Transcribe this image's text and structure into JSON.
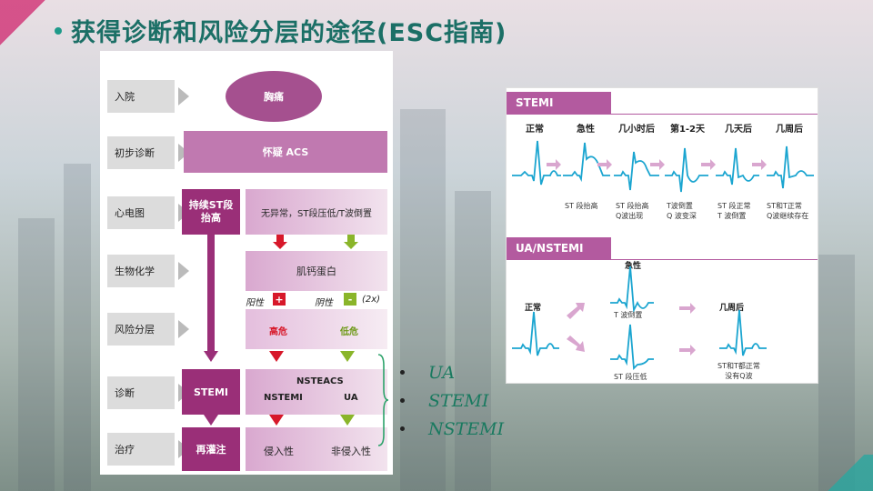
{
  "slide": {
    "title": "获得诊断和风险分层的途径(ESC指南)"
  },
  "flowchart": {
    "row_labels": [
      "入院",
      "初步诊断",
      "心电图",
      "生物化学",
      "风险分层",
      "诊断",
      "治疗"
    ],
    "chest_pain": "胸痛",
    "suspect_acs": "怀疑 ACS",
    "persistent_st": "持续ST段抬高",
    "ecg_other": "无异常，ST段压低/T波倒置",
    "troponin": "肌钙蛋白",
    "positive": "阳性",
    "negative": "阴性",
    "repeat": "(2x)",
    "high_risk": "高危",
    "low_risk": "低危",
    "stemi": "STEMI",
    "nsteacs": "NSTEACS",
    "nstemi": "NSTEMI",
    "ua": "UA",
    "reperfusion": "再灌注",
    "invasive": "侵入性",
    "non_invasive": "非侵入性",
    "colors": {
      "dark": "#9a2f78",
      "mid": "#c079b0",
      "red_arrow": "#d7182a",
      "green_arrow": "#8ab52a"
    }
  },
  "bullets": [
    "UA",
    "STEMI",
    "NSTEMI"
  ],
  "ecg_panel": {
    "stemi_header": "STEMI",
    "stemi_columns": [
      "正常",
      "急性",
      "几小时后",
      "第1-2天",
      "几天后",
      "几周后"
    ],
    "stemi_captions": [
      [
        ""
      ],
      [
        "ST 段抬高"
      ],
      [
        "ST 段抬高",
        "Q波出现"
      ],
      [
        "T波倒置",
        "Q 波变深"
      ],
      [
        "ST 段正常",
        "T 波倒置"
      ],
      [
        "ST和T正常",
        "Q波继续存在"
      ]
    ],
    "ua_header": "UA/NSTEMI",
    "ua_normal": "正常",
    "ua_acute": "急性",
    "ua_t_inv": "T 波倒置",
    "ua_st_dep": "ST 段压低",
    "ua_weeks": "几周后",
    "ua_final": [
      "ST和T都正常",
      "没有Q波"
    ],
    "header_color": "#b35a9f",
    "trace_color": "#1ba5d0",
    "arrow_color": "#d9a6cf"
  }
}
